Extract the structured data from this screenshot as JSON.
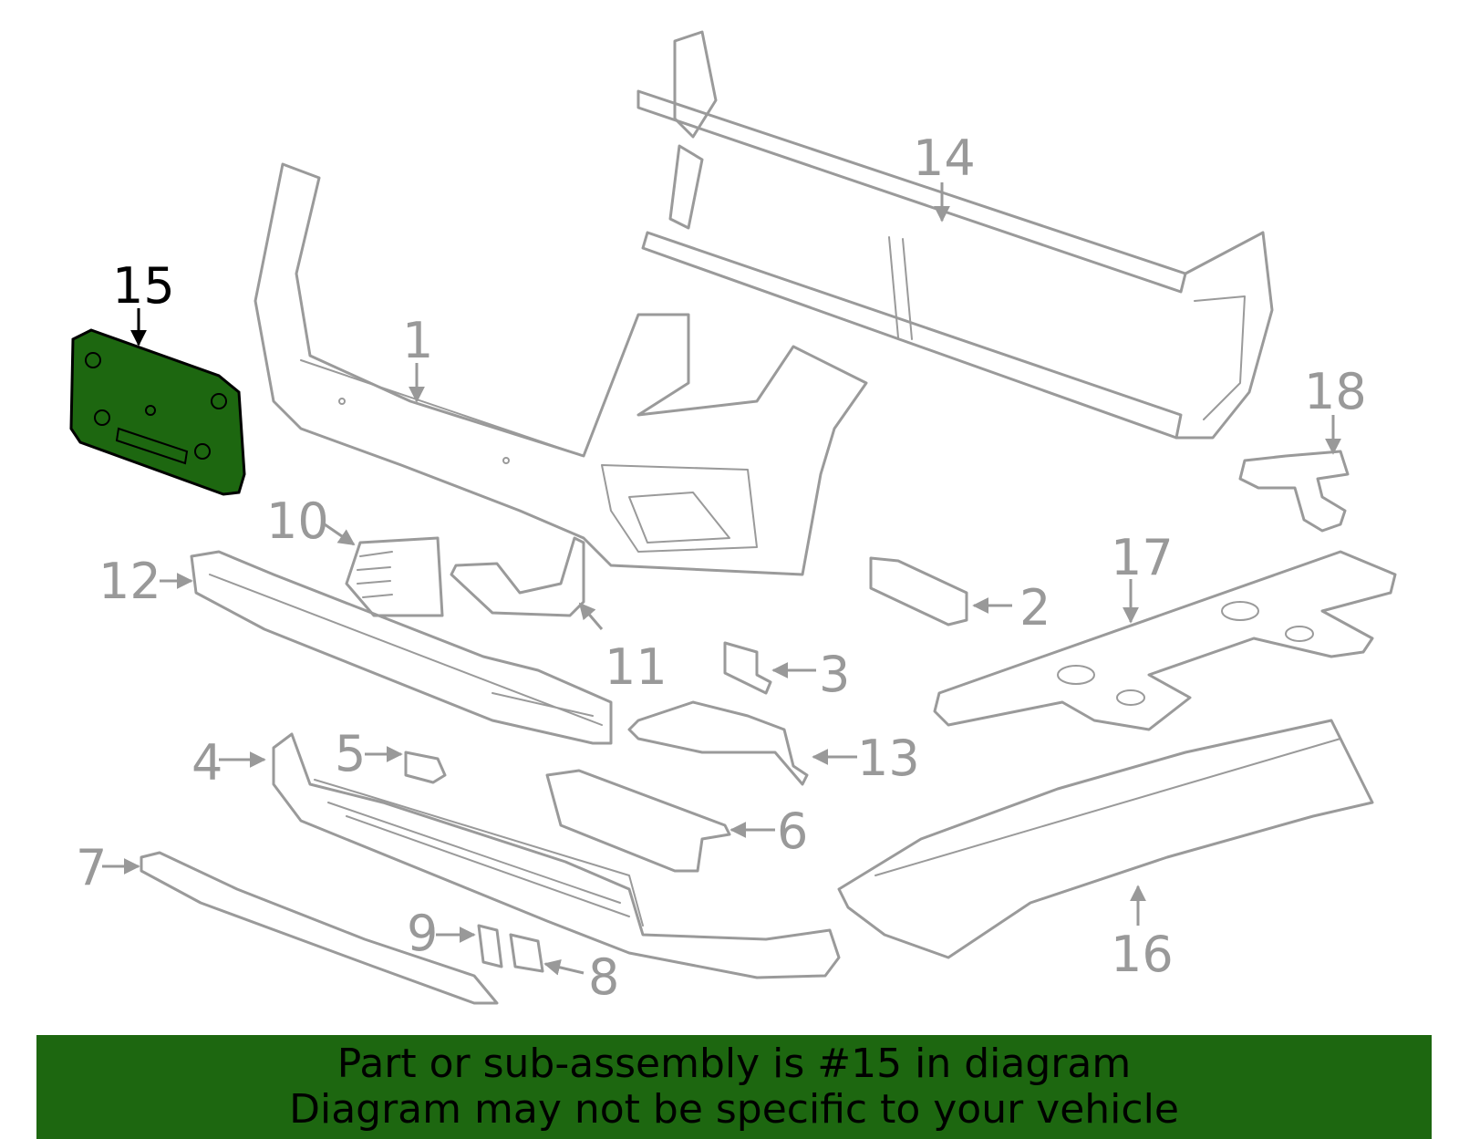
{
  "callouts": {
    "c1": "1",
    "c2": "2",
    "c3": "3",
    "c4": "4",
    "c5": "5",
    "c6": "6",
    "c7": "7",
    "c8": "8",
    "c9": "9",
    "c10": "10",
    "c11": "11",
    "c12": "12",
    "c13": "13",
    "c14": "14",
    "c15": "15",
    "c16": "16",
    "c17": "17",
    "c18": "18"
  },
  "highlight": {
    "part": "15",
    "color": "#1d6710"
  },
  "banner": {
    "line1": "Part or sub-assembly is #15 in diagram",
    "line2": "Diagram may not be specific to your vehicle",
    "background": "#1d6710"
  }
}
